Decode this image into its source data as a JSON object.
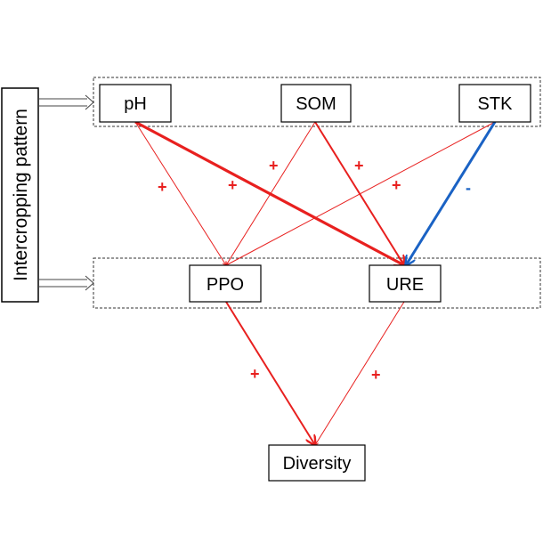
{
  "colors": {
    "positive": "#e8201f",
    "negative": "#1a62c4",
    "box_border": "#000000",
    "group_border": "#333333"
  },
  "side_label": "Intercropping pattern",
  "nodes": {
    "ph": "pH",
    "som": "SOM",
    "stk": "STK",
    "ppo": "PPO",
    "ure": "URE",
    "diversity": "Diversity"
  },
  "edges": [
    {
      "id": "ph-ppo",
      "from": "pH",
      "to": "PPO",
      "sign": "+",
      "strength": "weak"
    },
    {
      "id": "ph-ure",
      "from": "pH",
      "to": "URE",
      "sign": "+",
      "strength": "strong"
    },
    {
      "id": "som-ppo",
      "from": "SOM",
      "to": "PPO",
      "sign": "+",
      "strength": "weak"
    },
    {
      "id": "som-ure",
      "from": "SOM",
      "to": "URE",
      "sign": "+",
      "strength": "medium"
    },
    {
      "id": "stk-ppo",
      "from": "STK",
      "to": "PPO",
      "sign": "+",
      "strength": "weak"
    },
    {
      "id": "stk-ure",
      "from": "STK",
      "to": "URE",
      "sign": "-",
      "strength": "strong"
    },
    {
      "id": "ppo-div",
      "from": "PPO",
      "to": "Diversity",
      "sign": "+",
      "strength": "medium"
    },
    {
      "id": "ure-div",
      "from": "URE",
      "to": "Diversity",
      "sign": "+",
      "strength": "weak"
    }
  ]
}
